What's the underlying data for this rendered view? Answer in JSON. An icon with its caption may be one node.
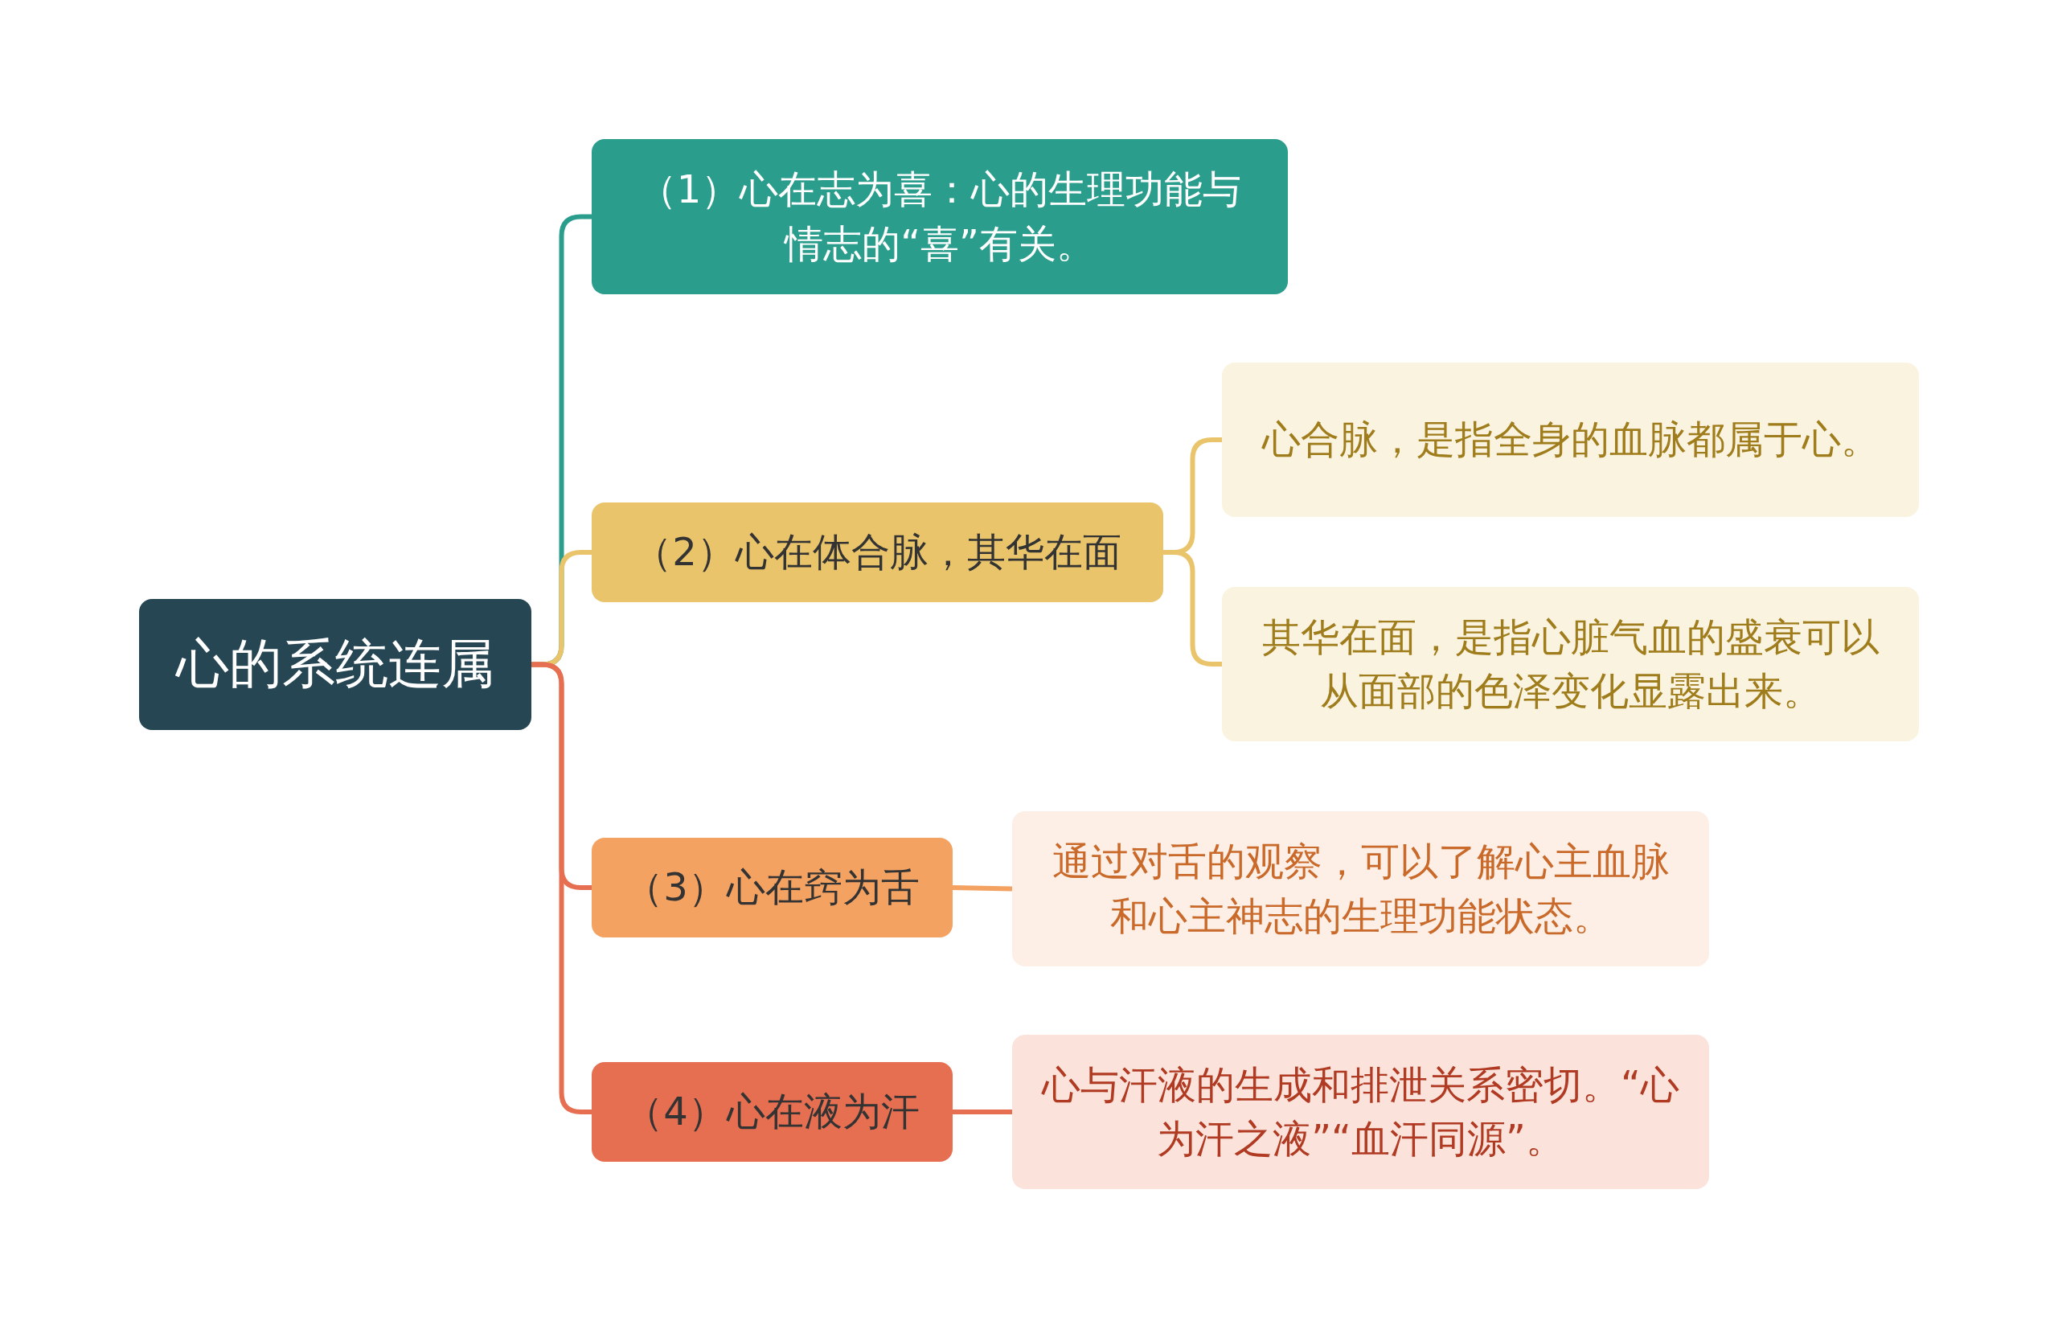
{
  "diagram": {
    "nodes": [
      {
        "text": [
          "心的系统连属"
        ]
      },
      {
        "text": [
          "（1）心在志为喜：心的生理功能与情志的“喜”有关。"
        ]
      },
      {
        "text": [
          "（2）心在体合脉，其华在面"
        ]
      },
      {
        "text": [
          "心合脉，是指全身的血脉都属于心。"
        ]
      },
      {
        "text": [
          "其华在面，是指心脏气血的盛衰可以从面部的色泽变化显露出来。"
        ]
      },
      {
        "text": [
          "（3）心在窍为舌"
        ]
      },
      {
        "text": [
          "通过对舌的观察，可以了解心主血脉和心主神志的生理功能状态。"
        ]
      },
      {
        "text": [
          "（4）心在液为汗"
        ]
      },
      {
        "text": [
          "心与汗液的生成和排泄关系密切。“心为汗之液”“血汗同源”。"
        ]
      }
    ],
    "edges": [
      {
        "from": 0,
        "to": 1,
        "arrow": "none",
        "color": "#2a9d8c"
      },
      {
        "from": 0,
        "to": 2,
        "arrow": "none",
        "color": "#e9c46a"
      },
      {
        "from": 2,
        "to": 3,
        "arrow": "none",
        "color": "#e9c46a"
      },
      {
        "from": 2,
        "to": 4,
        "arrow": "none",
        "color": "#e9c46a"
      },
      {
        "from": 0,
        "to": 5,
        "arrow": "none",
        "color": "#e76f51"
      },
      {
        "from": 5,
        "to": 6,
        "arrow": "none",
        "color": "#f4a261"
      },
      {
        "from": 0,
        "to": 7,
        "arrow": "none",
        "color": "#e76f51"
      },
      {
        "from": 7,
        "to": 8,
        "arrow": "none",
        "color": "#e76f51"
      }
    ]
  }
}
